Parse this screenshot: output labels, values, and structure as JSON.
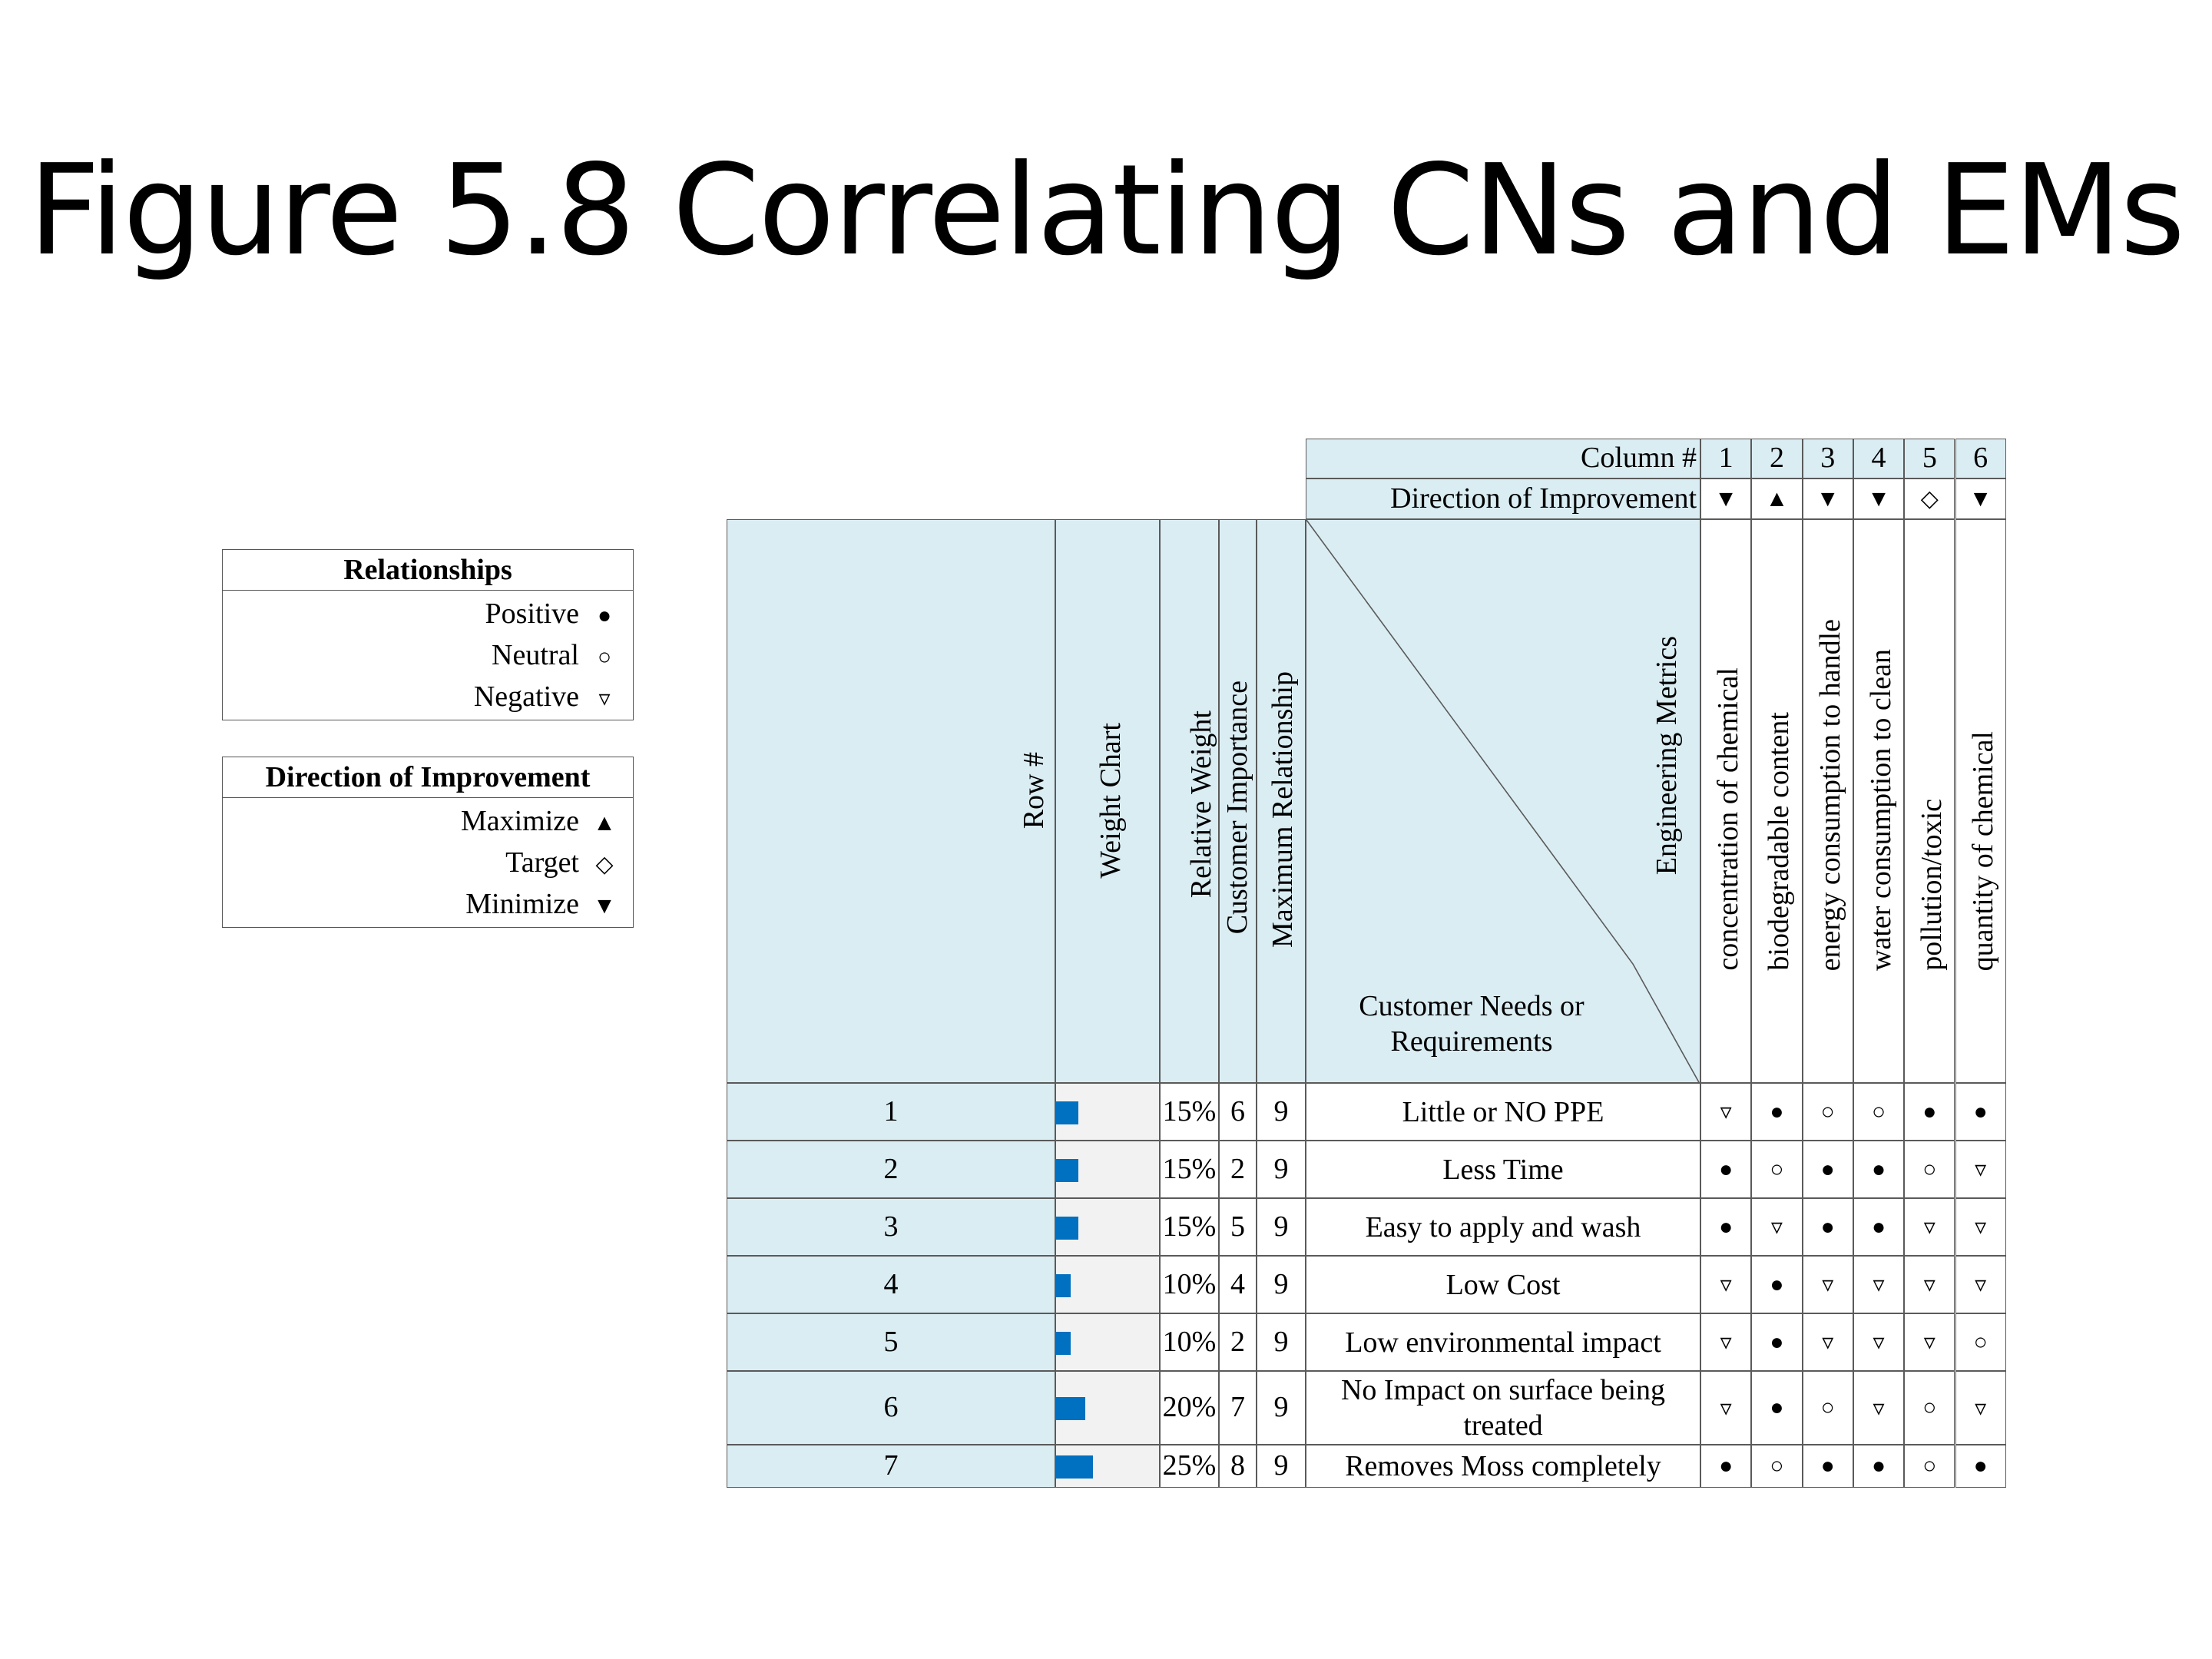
{
  "title": "Figure 5.8 Correlating CNs and EMs",
  "legend_relationships": {
    "heading": "Relationships",
    "items": [
      {
        "label": "Positive",
        "symbol": "●"
      },
      {
        "label": "Neutral",
        "symbol": "○"
      },
      {
        "label": "Negative",
        "symbol": "▿"
      }
    ]
  },
  "legend_direction": {
    "heading": "Direction of Improvement",
    "items": [
      {
        "label": "Maximize",
        "symbol": "▲"
      },
      {
        "label": "Target",
        "symbol": "◇"
      },
      {
        "label": "Minimize",
        "symbol": "▼"
      }
    ]
  },
  "matrix": {
    "column_label": "Column #",
    "direction_label": "Direction of Improvement",
    "header_row_num": "Row #",
    "header_weight_chart": "Weight Chart",
    "header_relative_weight": "Relative Weight",
    "header_customer_importance": "Customer Importance",
    "header_max_relationship": "Maximum Relationship",
    "header_engineering_metrics": "Engineering Metrics",
    "header_customer_needs": "Customer  Needs or Requirements",
    "columns": [
      {
        "num": "1",
        "direction": "▼",
        "metric": "concentration of chemical"
      },
      {
        "num": "2",
        "direction": "▲",
        "metric": "biodegradable content"
      },
      {
        "num": "3",
        "direction": "▼",
        "metric": "energy consumption to handle"
      },
      {
        "num": "4",
        "direction": "▼",
        "metric": "water consumption to clean"
      },
      {
        "num": "5",
        "direction": "◇",
        "metric": "pollution/toxic"
      },
      {
        "num": "6",
        "direction": "▼",
        "metric": "quantity of chemical"
      }
    ],
    "rows": [
      {
        "num": "1",
        "weight_pct": 15,
        "relative_weight": "15%",
        "importance": "6",
        "max_rel": "9",
        "need": "Little or NO PPE",
        "rel": [
          "▿",
          "●",
          "○",
          "○",
          "●",
          "●"
        ]
      },
      {
        "num": "2",
        "weight_pct": 15,
        "relative_weight": "15%",
        "importance": "2",
        "max_rel": "9",
        "need": "Less Time",
        "rel": [
          "●",
          "○",
          "●",
          "●",
          "○",
          "▿"
        ]
      },
      {
        "num": "3",
        "weight_pct": 15,
        "relative_weight": "15%",
        "importance": "5",
        "max_rel": "9",
        "need": "Easy to apply and wash",
        "rel": [
          "●",
          "▿",
          "●",
          "●",
          "▿",
          "▿"
        ]
      },
      {
        "num": "4",
        "weight_pct": 10,
        "relative_weight": "10%",
        "importance": "4",
        "max_rel": "9",
        "need": "Low Cost",
        "rel": [
          "▿",
          "●",
          "▿",
          "▿",
          "▿",
          "▿"
        ]
      },
      {
        "num": "5",
        "weight_pct": 10,
        "relative_weight": "10%",
        "importance": "2",
        "max_rel": "9",
        "need": "Low environmental impact",
        "rel": [
          "▿",
          "●",
          "▿",
          "▿",
          "▿",
          "○"
        ]
      },
      {
        "num": "6",
        "weight_pct": 20,
        "relative_weight": "20%",
        "importance": "7",
        "max_rel": "9",
        "need": "No Impact on surface being treated",
        "rel": [
          "▿",
          "●",
          "○",
          "▿",
          "○",
          "▿"
        ]
      },
      {
        "num": "7",
        "weight_pct": 25,
        "relative_weight": "25%",
        "importance": "8",
        "max_rel": "9",
        "need": "Removes Moss completely",
        "rel": [
          "●",
          "○",
          "●",
          "●",
          "○",
          "●"
        ]
      }
    ],
    "colors": {
      "header_fill": "#daedf3",
      "chart_fill": "#f2f2f2",
      "bar": "#0070c0",
      "border": "#5a5a5a"
    }
  }
}
